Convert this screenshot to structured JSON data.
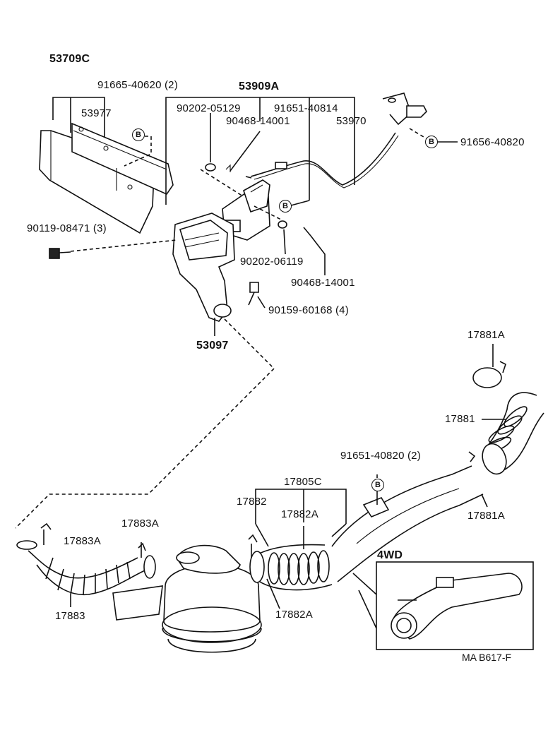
{
  "labels": {
    "p53709c": "53709C",
    "p91665": "91665-40620 (2)",
    "p53909a": "53909A",
    "p53977": "53977",
    "p90202a": "90202-05129",
    "p91651a": "91651-40814",
    "p90468a": "90468-14001",
    "p53970": "53970",
    "p91656": "91656-40820",
    "p90119": "90119-08471 (3)",
    "p90202b": "90202-06119",
    "p90468b": "90468-14001",
    "p90159": "90159-60168 (4)",
    "p53097": "53097",
    "p17881a_top": "17881A",
    "p17881": "17881",
    "p91651b": "91651-40820 (2)",
    "p17805c": "17805C",
    "p17882": "17882",
    "p17882a_top": "17882A",
    "p17881a_bot": "17881A",
    "p17883a_left": "17883A",
    "p17883a_mid": "17883A",
    "p4wd": "4WD",
    "p17883": "17883",
    "p17882a_bot": "17882A",
    "ref": "MA B617-F"
  },
  "badges": {
    "b1": "B",
    "b2": "B",
    "b3": "B",
    "b4": "B"
  }
}
